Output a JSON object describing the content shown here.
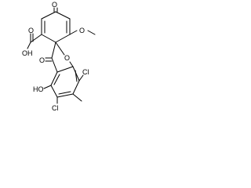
{
  "molecule": {
    "atoms": {
      "ketone_oxygen_top": "O",
      "methoxy_oxygen": "O",
      "carboxylic_acid": "OH",
      "acid_carbonyl_oxygen": "O",
      "furan_oxygen": "O",
      "lactone_carbonyl_oxygen": "O",
      "chlorine_upper": "Cl",
      "chlorine_lower": "Cl",
      "hydroxyl": "HO"
    }
  }
}
